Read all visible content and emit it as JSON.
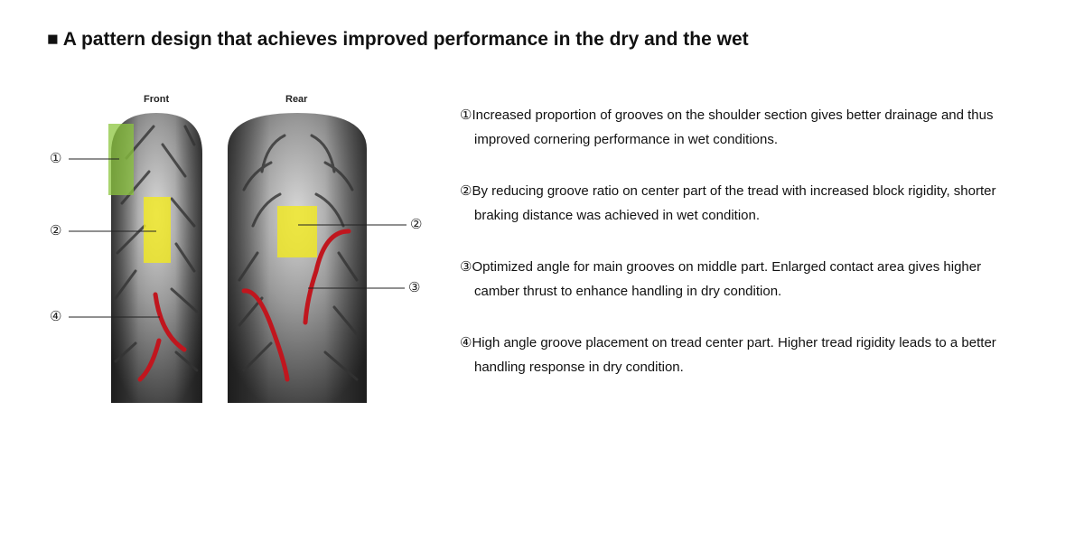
{
  "title": "■ A pattern design that achieves improved performance in the dry and the wet",
  "figure": {
    "front_label": "Front",
    "rear_label": "Rear",
    "markers": {
      "m1": "①",
      "m2": "②",
      "m3": "③",
      "m4": "④"
    }
  },
  "descriptions": [
    {
      "line1": "①Increased proportion of grooves on the shoulder section gives better drainage and thus",
      "line2": "improved cornering performance in wet conditions."
    },
    {
      "line1": "②By reducing groove ratio on center part of the tread with increased block rigidity, shorter",
      "line2": "braking distance was achieved in wet condition."
    },
    {
      "line1": "③Optimized angle for main grooves on middle part. Enlarged contact area gives higher",
      "line2": "camber thrust to enhance handling in dry condition."
    },
    {
      "line1": "④High angle groove placement on tread center part. Higher tread rigidity leads to a better",
      "line2": "handling response in dry condition."
    }
  ],
  "colors": {
    "green": "#8cc63f",
    "yellow": "#f2ea1e",
    "red": "#c0161e"
  }
}
